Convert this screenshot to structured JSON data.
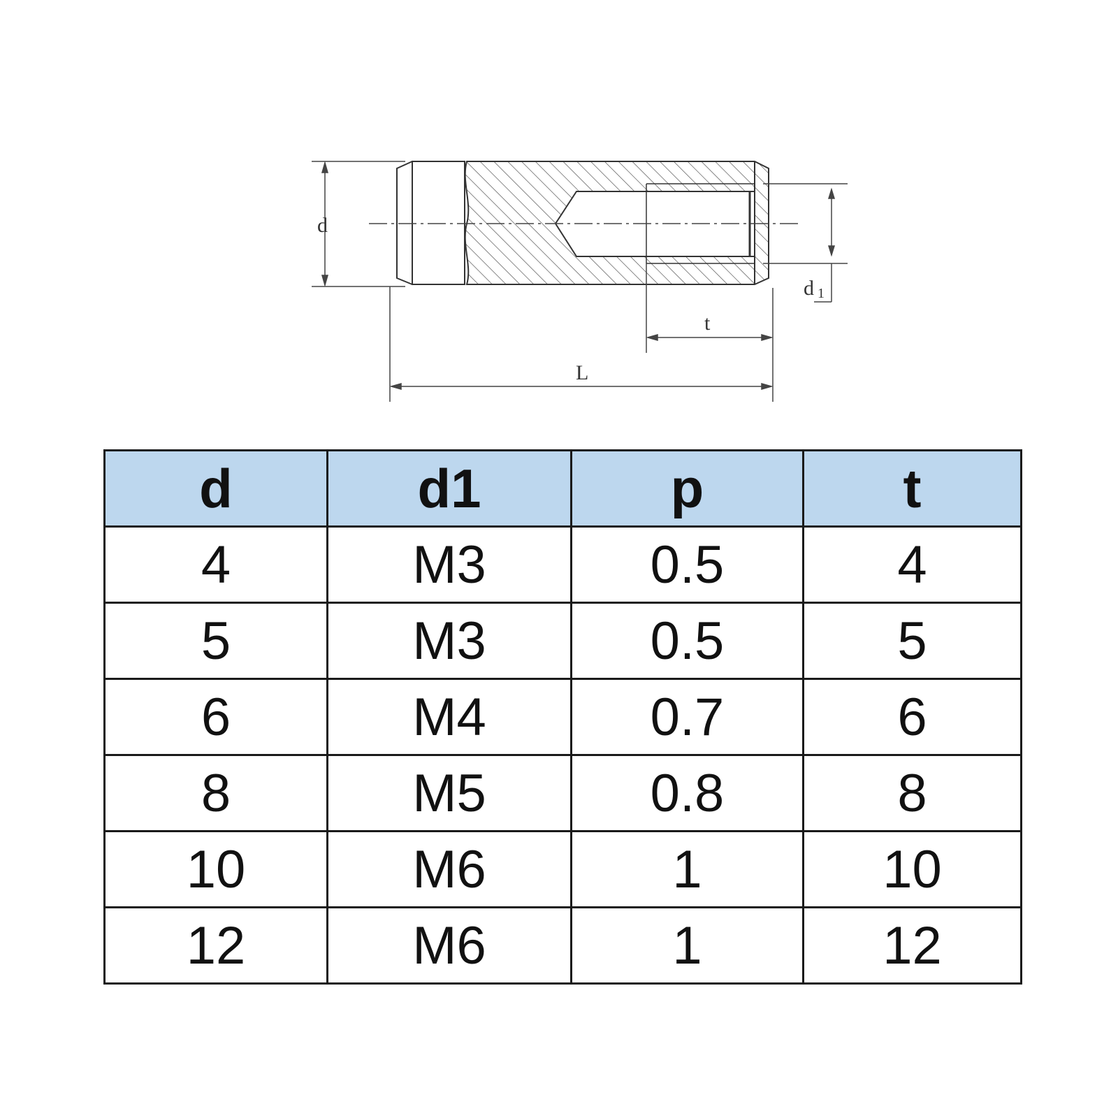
{
  "drawing": {
    "labels": {
      "d": "d",
      "d1_main": "d",
      "d1_sub": "1",
      "t": "t",
      "L": "L"
    }
  },
  "table": {
    "headers": [
      "d",
      "d1",
      "p",
      "t"
    ],
    "rows": [
      [
        "4",
        "M3",
        "0.5",
        "4"
      ],
      [
        "5",
        "M3",
        "0.5",
        "5"
      ],
      [
        "6",
        "M4",
        "0.7",
        "6"
      ],
      [
        "8",
        "M5",
        "0.8",
        "8"
      ],
      [
        "10",
        "M6",
        "1",
        "10"
      ],
      [
        "12",
        "M6",
        "1",
        "12"
      ]
    ]
  },
  "colors": {
    "header_bg": "#bdd7ee",
    "line": "#333333",
    "grid": "#1a1a1a"
  }
}
